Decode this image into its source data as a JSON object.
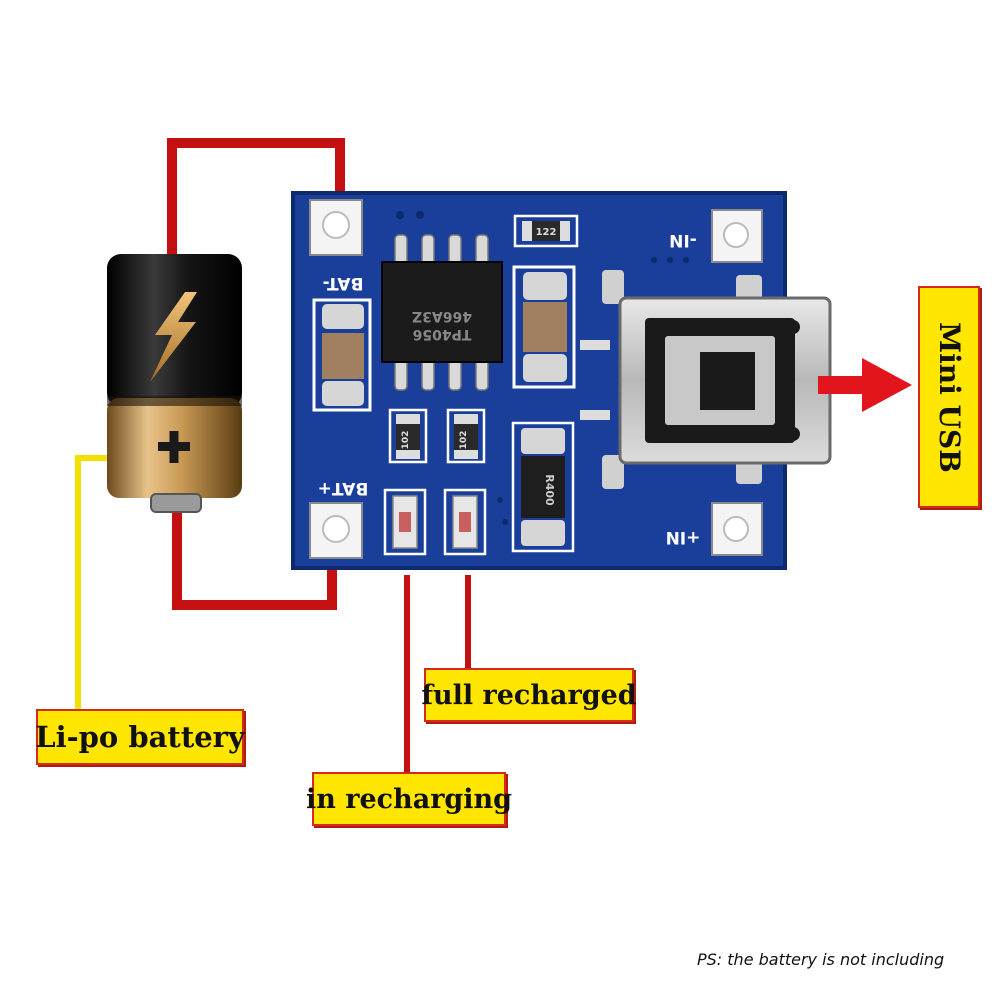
{
  "labels": {
    "lipo_battery": "Li-po battery",
    "full_recharged": "full recharged",
    "in_recharging": "in recharging",
    "mini_usb": "Mini USB"
  },
  "note": "PS: the battery is not including",
  "board": {
    "pin_bat_neg": "BAT-",
    "pin_bat_pos": "BAT+",
    "pin_in_neg": "-IN",
    "pin_in_pos": "+IN",
    "chip_marking_line1": "TP4056",
    "chip_marking_line2": "466A3Z",
    "resistor_top": "122",
    "resistor_led1": "102",
    "resistor_led2": "102",
    "resistor_prog": "R400"
  },
  "colors": {
    "wire": "#c41010",
    "callout": "#f2e000",
    "label_bg": "#ffe600",
    "label_border": "#d42a1a",
    "pcb": "#1a3f9a",
    "arrow": "#e3151c"
  }
}
